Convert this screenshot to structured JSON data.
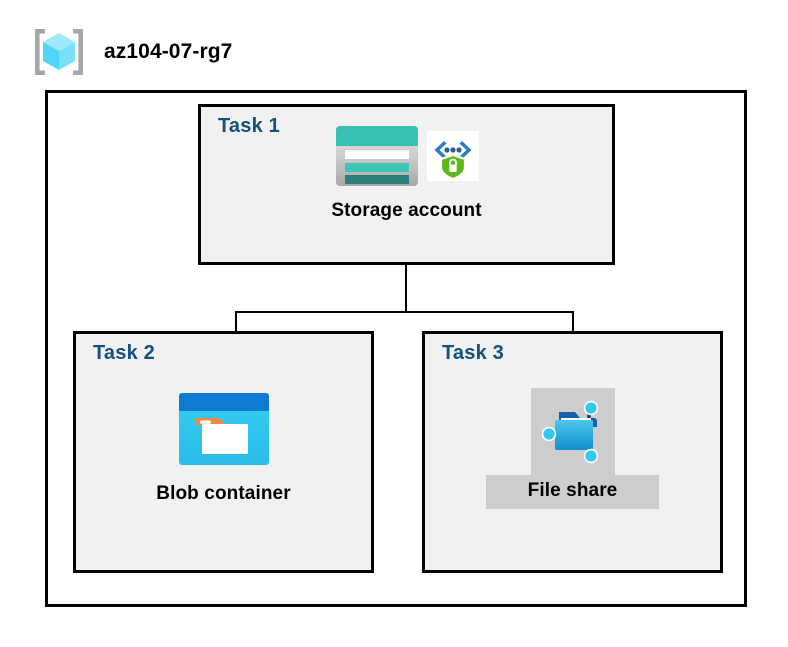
{
  "header": {
    "title": "az104-07-rg7",
    "icon": "resource-group-icon"
  },
  "diagram": {
    "type": "azure-architecture-diagram",
    "container_label": "az104-07-rg7",
    "colors": {
      "task_label": "#14507d",
      "task_box_fill": "#f1f1f1",
      "border": "#000000",
      "highlight_plate": "#cdcdcd",
      "storage_teal": "#37bfb0",
      "storage_teal_dark": "#2b7f76",
      "blob_blue": "#0f7ad1",
      "blob_cyan": "#32c8ef",
      "blob_orange": "#f2883c",
      "fileshare_blue": "#32b5e5",
      "shield_green": "#5cb917",
      "cube_cyan": "#7fe0f7"
    },
    "tasks": [
      {
        "id": "task-1",
        "label": "Task 1",
        "node_caption": "Storage account",
        "icons": [
          "storage-account-icon",
          "secure-endpoint-icon"
        ]
      },
      {
        "id": "task-2",
        "label": "Task 2",
        "node_caption": "Blob container",
        "icons": [
          "blob-container-icon"
        ]
      },
      {
        "id": "task-3",
        "label": "Task 3",
        "node_caption": "File share",
        "icons": [
          "file-share-icon"
        ],
        "highlighted": true
      }
    ],
    "connections": [
      {
        "from": "Storage account",
        "to": "Blob container"
      },
      {
        "from": "Storage account",
        "to": "File share"
      }
    ]
  }
}
